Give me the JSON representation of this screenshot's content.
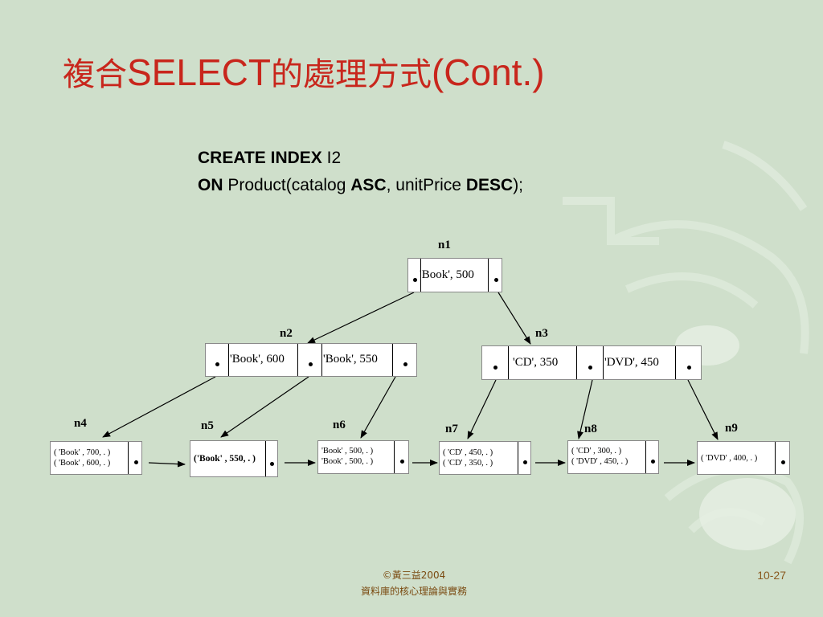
{
  "slide": {
    "title_cjk_1": "複合",
    "title_lat_1": "SELECT",
    "title_cjk_2": "的處理方式",
    "title_lat_2": "(Cont.)",
    "sql": {
      "line1_kw": "CREATE INDEX",
      "line1_rest": " I2",
      "line2_kw": "ON",
      "line2_a": " Product(catalog ",
      "line2_asc": "ASC",
      "line2_b": ", unitPrice ",
      "line2_desc": "DESC",
      "line2_c": ");"
    },
    "footer_copyright": "©黃三益2004",
    "footer_book": "資料庫的核心理論與實務",
    "page_number": "10-27"
  },
  "tree": {
    "n1": {
      "label": "n1",
      "keys": [
        "'Book', 500"
      ]
    },
    "n2": {
      "label": "n2",
      "keys": [
        "'Book', 600",
        "'Book', 550"
      ]
    },
    "n3": {
      "label": "n3",
      "keys": [
        "'CD', 350",
        "'DVD', 450"
      ]
    },
    "leaves": [
      {
        "label": "n4",
        "lines": [
          "( 'Book' , 700, . )",
          "( 'Book' , 600, . )"
        ]
      },
      {
        "label": "n5",
        "lines": [
          "('Book' , 550, . )"
        ]
      },
      {
        "label": "n6",
        "lines": [
          "'Book' , 500, . )",
          "'Book' , 500, . )"
        ]
      },
      {
        "label": "n7",
        "lines": [
          "( 'CD' , 450, . )",
          "( 'CD' , 350, . )"
        ]
      },
      {
        "label": "n8",
        "lines": [
          "( 'CD' , 300, . )",
          "( 'DVD' , 450, . )"
        ]
      },
      {
        "label": "n9",
        "lines": [
          "( 'DVD' , 400, . )"
        ]
      }
    ]
  },
  "colors": {
    "title": "#c8261c",
    "background": "#cfdfcb",
    "footer": "#7a4a10"
  }
}
